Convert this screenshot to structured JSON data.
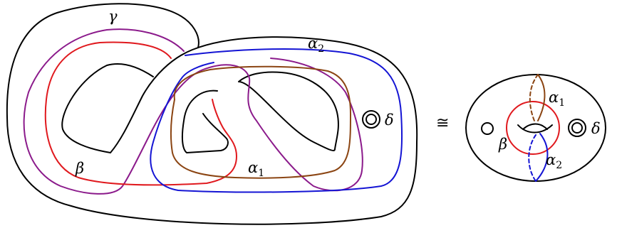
{
  "labels": {
    "gamma": "γ",
    "beta_left": "β",
    "alpha2_left": "α",
    "alpha2_left_sub": "2",
    "alpha1_left": "α",
    "alpha1_left_sub": "1",
    "delta_left": "δ",
    "congruent": "≅",
    "alpha1_right": "α",
    "alpha1_right_sub": "1",
    "beta_right": "β",
    "alpha2_right": "α",
    "alpha2_right_sub": "2",
    "delta_right": "δ"
  },
  "colors": {
    "outline": "#000000",
    "gamma": "#8b1a8b",
    "beta": "#e0191e",
    "alpha1": "#8b4513",
    "alpha2": "#1414d4"
  }
}
